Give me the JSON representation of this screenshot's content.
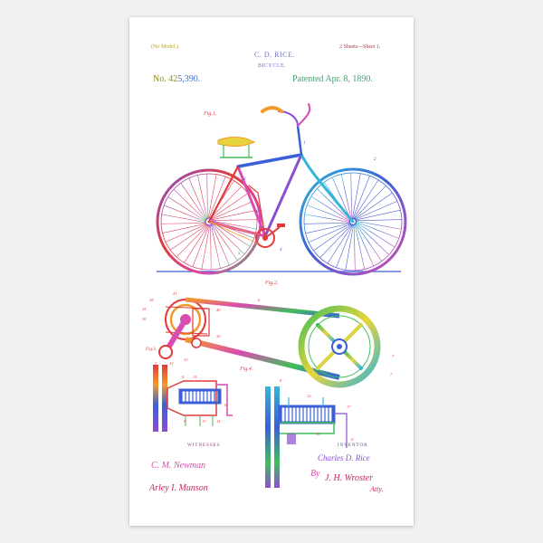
{
  "header": {
    "no_model": "(No Model.)",
    "inventor": "C. D. RICE.",
    "sheets": "2 Sheets—Sheet 1.",
    "invention": "BICYCLE.",
    "patent_label": "No. 42",
    "patent_digits": "5,390.",
    "patented": "Patented Apr. 8, 1890."
  },
  "figures": {
    "fig1": "Fig.1.",
    "fig2": "Fig.2.",
    "fig3": "Fig.3.",
    "fig4": "Fig.4."
  },
  "footer": {
    "witnesses_label": "WITNESSES",
    "inventor_label": "INVENTOR",
    "witness_1": "C. M. Newman",
    "witness_2": "Arley I. Munson",
    "inventor_signature": "Charles D. Rice",
    "by": "By",
    "attorney": "J. H. Wroster",
    "atty": "Atty."
  },
  "colors": {
    "red": "#e23a3a",
    "orange": "#f39a2a",
    "yellow": "#e8d43a",
    "green": "#3fbf5a",
    "cyan": "#34b6d8",
    "blue": "#3b5fd6",
    "purple": "#8a4fd0",
    "magenta": "#d94cb0"
  }
}
